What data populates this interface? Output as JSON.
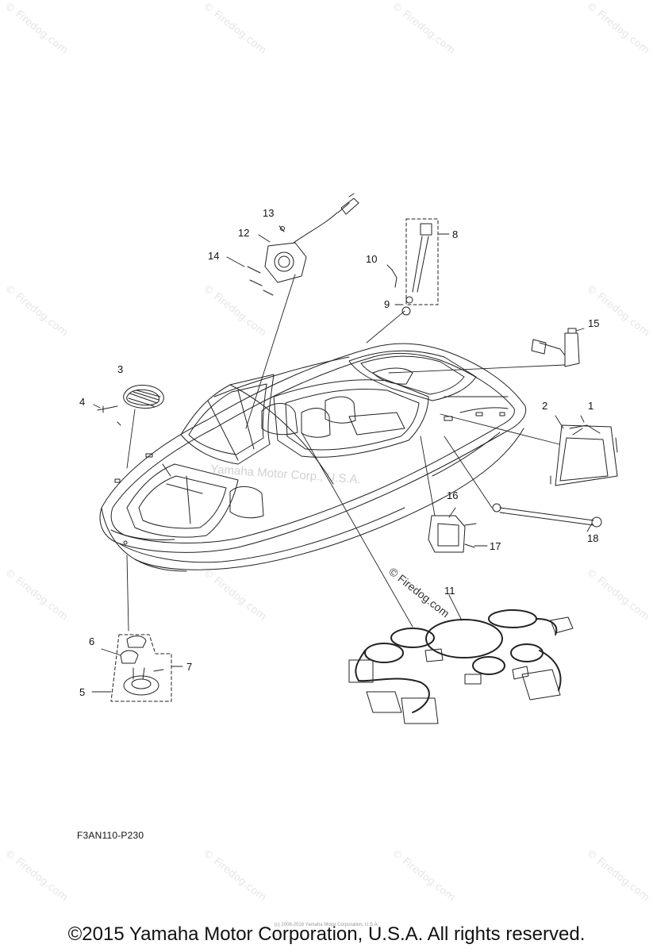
{
  "watermark": {
    "text": "© Firedog.com"
  },
  "center_watermark": "Yamaha Motor Corp., U.S.A.",
  "diagram_watermark": "© Firedog.com",
  "callouts": {
    "c1": "1",
    "c2": "2",
    "c3": "3",
    "c4": "4",
    "c5": "5",
    "c6": "6",
    "c7": "7",
    "c8": "8",
    "c9": "9",
    "c10": "10",
    "c11": "11",
    "c12": "12",
    "c13": "13",
    "c14": "14",
    "c15": "15",
    "c16": "16",
    "c17": "17",
    "c18": "18"
  },
  "part_code": "F3AN110-P230",
  "small_print": "(c) 2008-2016 Yamaha Motor Corporation, U.S.A.",
  "copyright": "©2015 Yamaha Motor Corporation, U.S.A. All rights reserved."
}
